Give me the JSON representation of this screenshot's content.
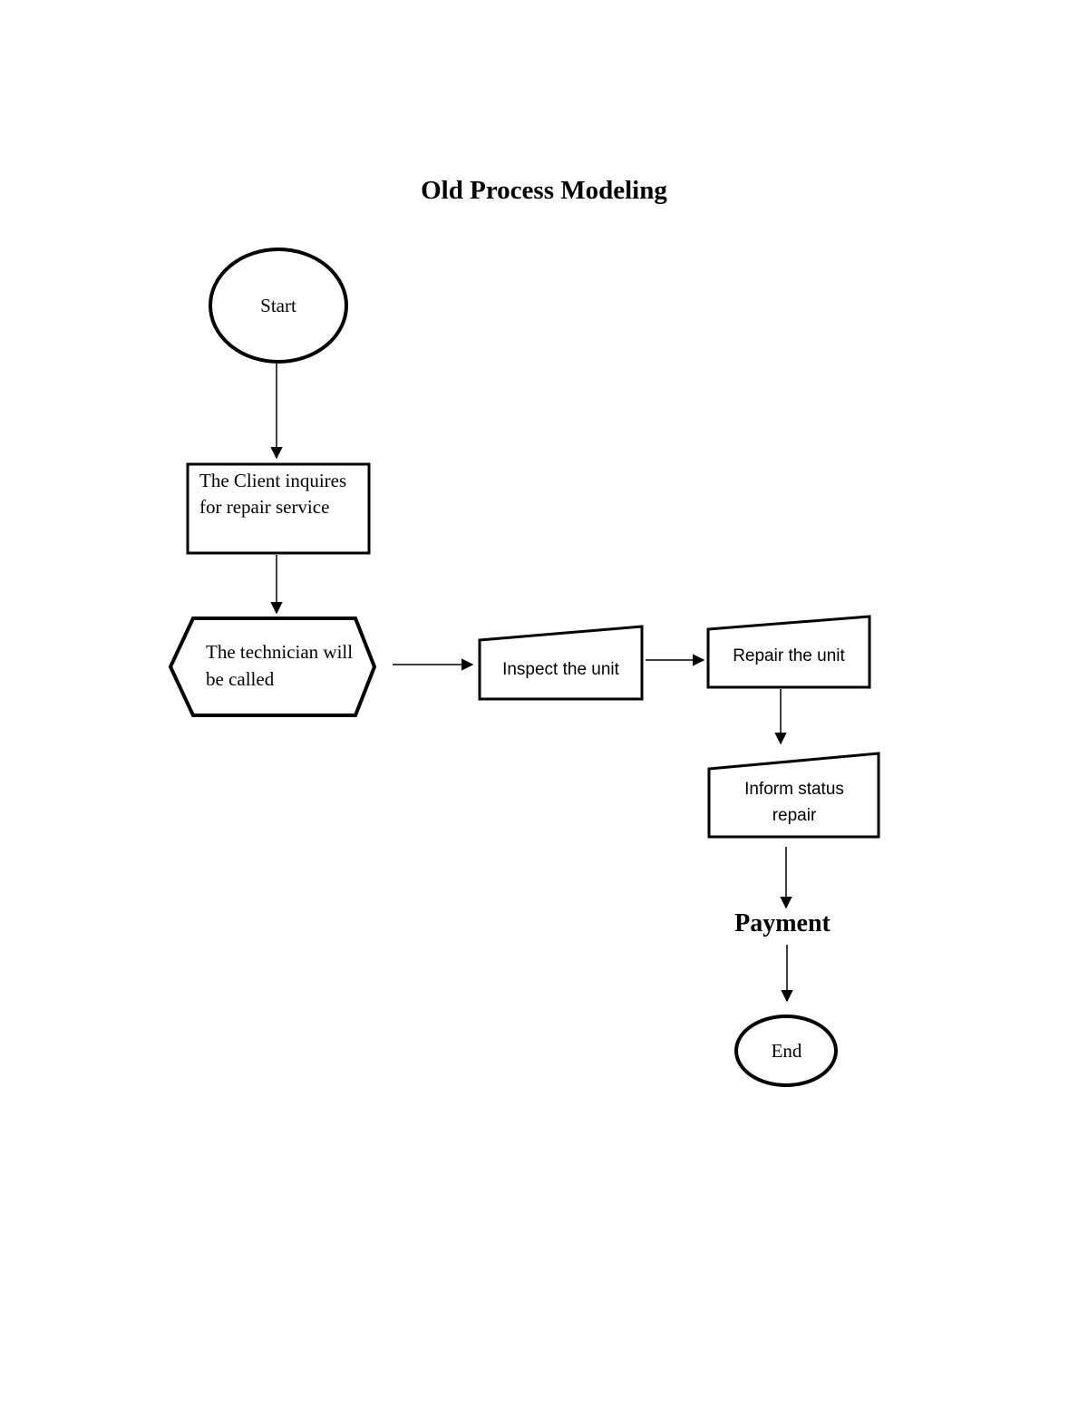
{
  "title": "Old Process Modeling",
  "diagram": {
    "nodes": {
      "start": {
        "shape": "ellipse",
        "label": "Start"
      },
      "client_inquiry": {
        "shape": "rectangle",
        "label": "The Client inquires for repair service"
      },
      "technician_called": {
        "shape": "hexagon",
        "label": "The technician will be called"
      },
      "inspect_unit": {
        "shape": "manual-input",
        "label": "Inspect the unit"
      },
      "repair_unit": {
        "shape": "manual-input",
        "label": "Repair the unit"
      },
      "inform_status": {
        "shape": "manual-input",
        "label": "Inform status repair"
      },
      "payment": {
        "shape": "text",
        "label": "Payment"
      },
      "end": {
        "shape": "ellipse",
        "label": "End"
      }
    },
    "edges": [
      {
        "from": "start",
        "to": "client_inquiry"
      },
      {
        "from": "client_inquiry",
        "to": "technician_called"
      },
      {
        "from": "technician_called",
        "to": "inspect_unit"
      },
      {
        "from": "inspect_unit",
        "to": "repair_unit"
      },
      {
        "from": "repair_unit",
        "to": "inform_status"
      },
      {
        "from": "inform_status",
        "to": "payment"
      },
      {
        "from": "payment",
        "to": "end"
      }
    ],
    "colors": {
      "stroke": "#000000",
      "fill": "#ffffff",
      "background": "#ffffff"
    }
  }
}
